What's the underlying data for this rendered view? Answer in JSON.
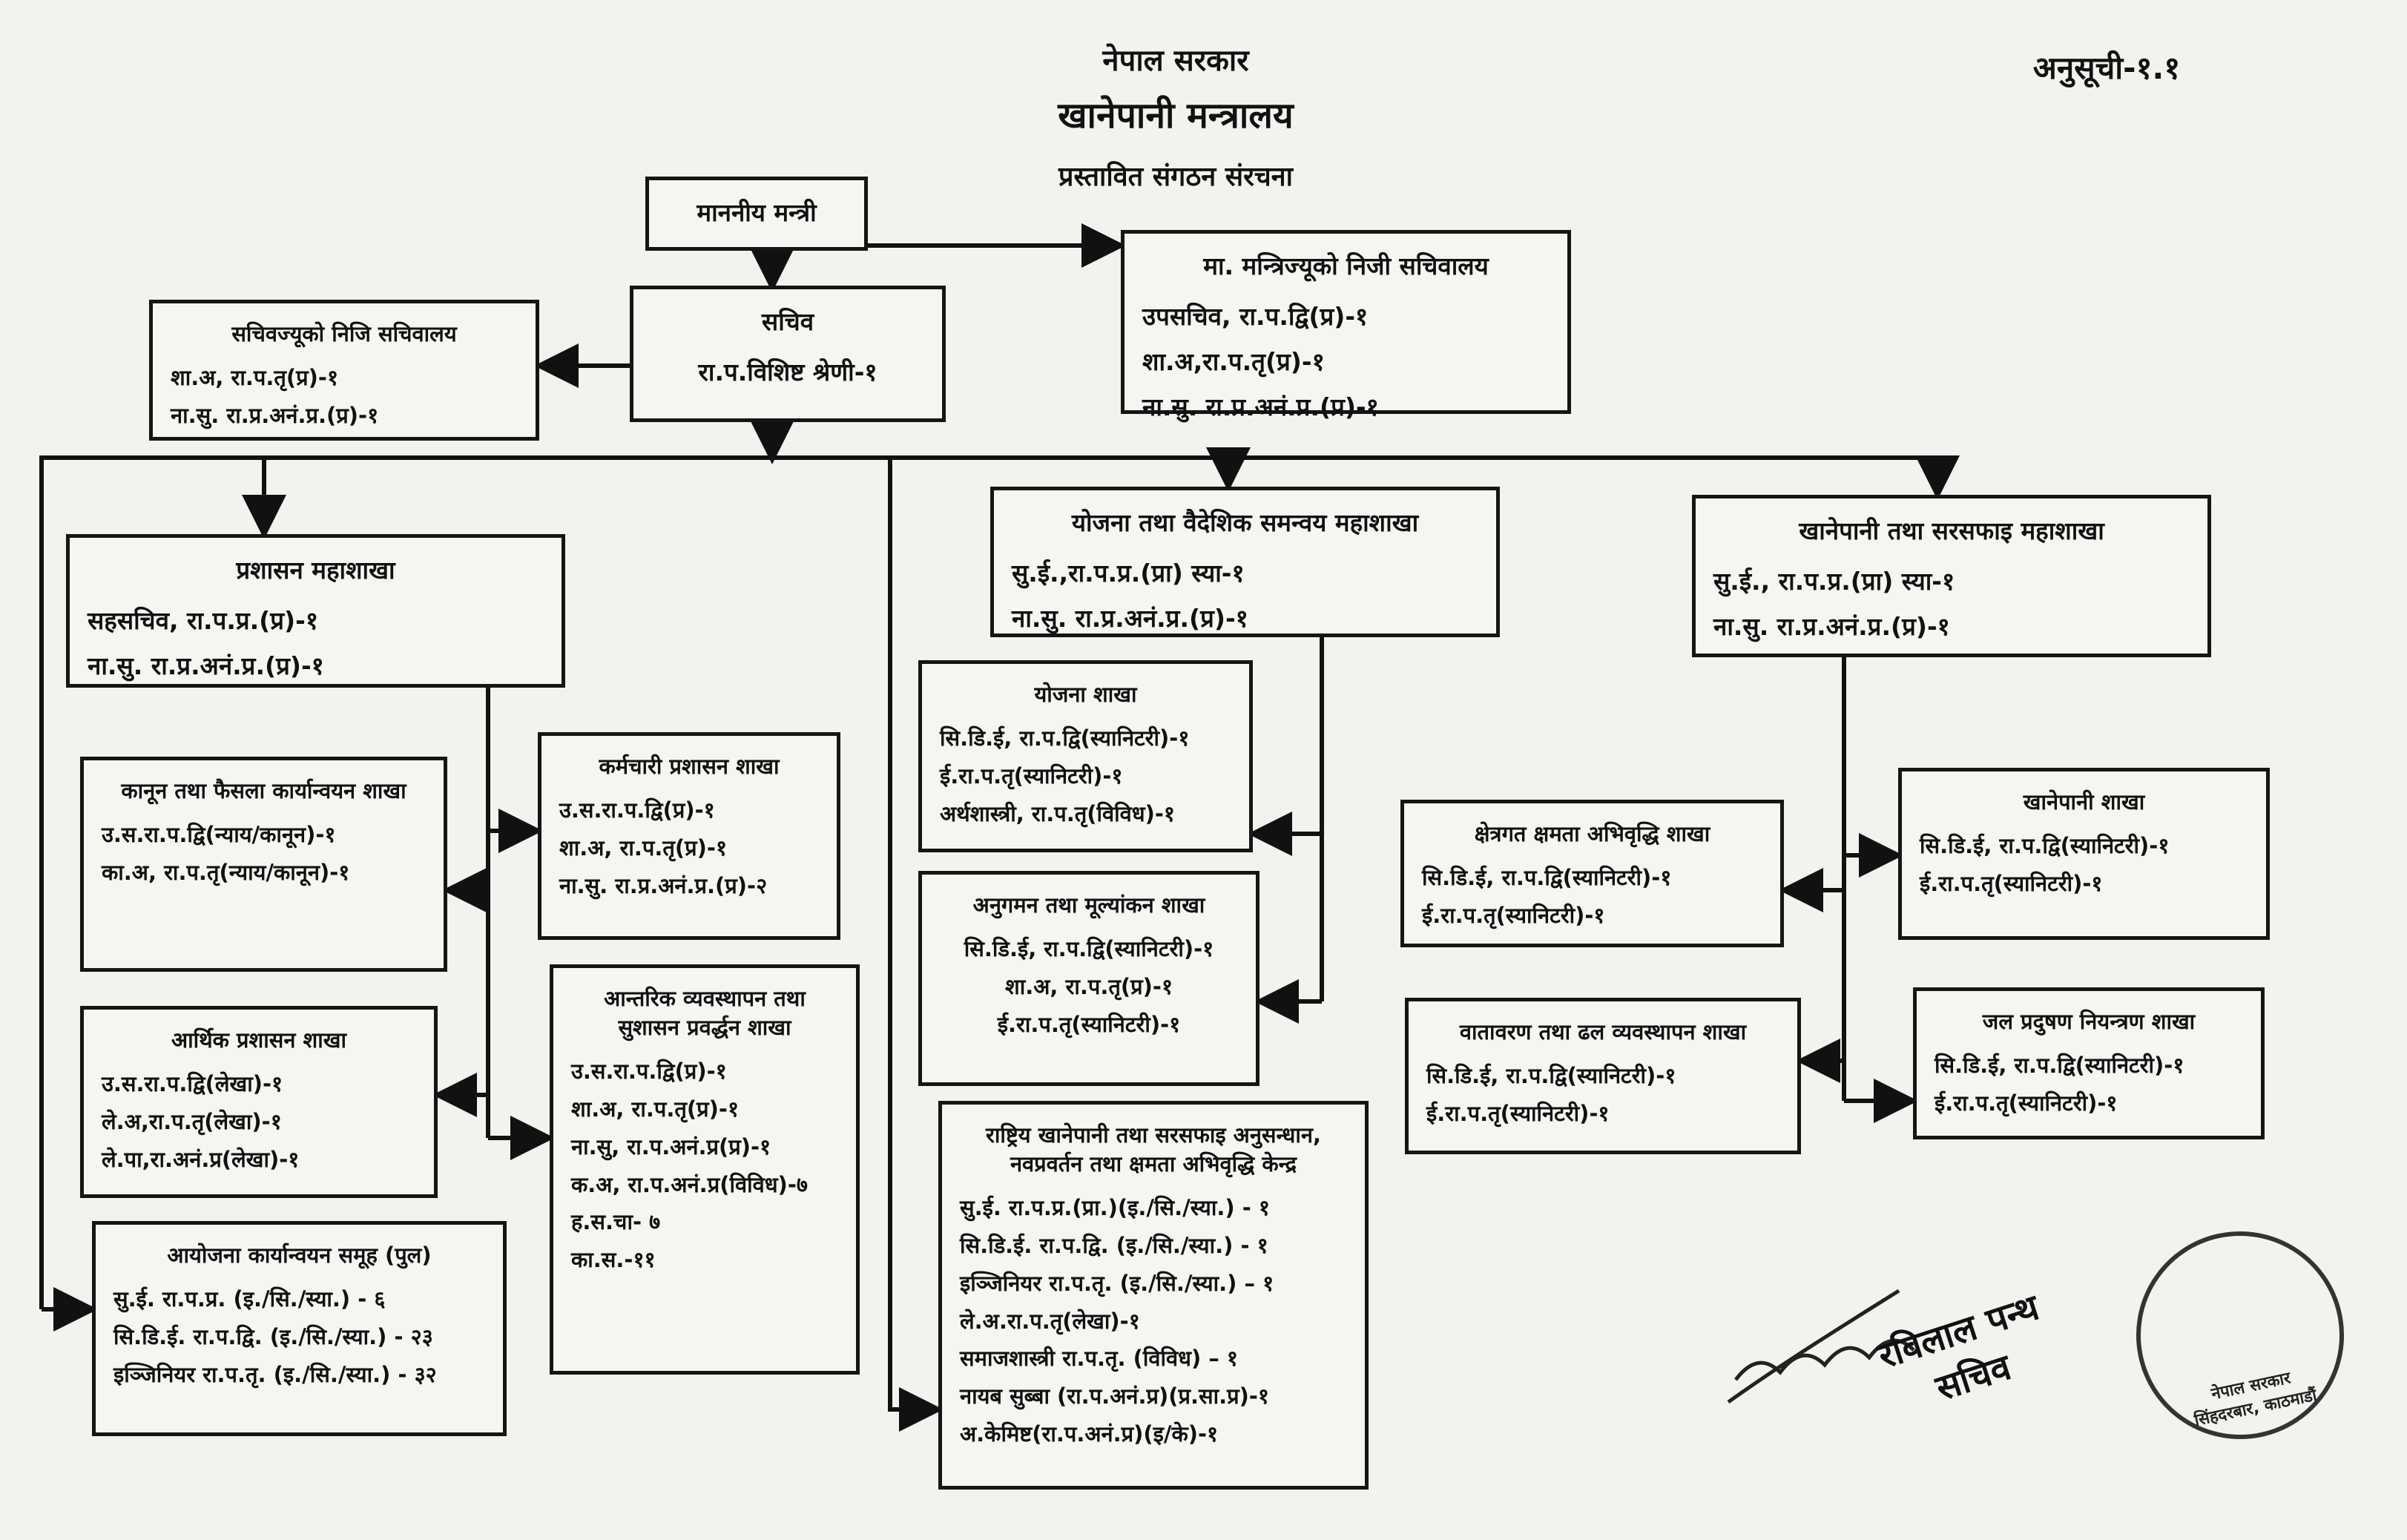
{
  "header": {
    "government": "नेपाल सरकार",
    "ministry": "खानेपानी मन्त्रालय",
    "subtitle": "प्रस्तावित संगठन संरचना",
    "annex": "अनुसूची-१.१"
  },
  "boxes": {
    "minister": {
      "title": "माननीय मन्त्री",
      "lines": []
    },
    "minister_secretariat": {
      "title": "मा. मन्त्रिज्यूको निजी सचिवालय",
      "lines": [
        "उपसचिव, रा.प.द्वि(प्र)-१",
        "शा.अ,रा.प.तृ(प्र)-१",
        "ना.सु. रा.प्र.अनं.प्र.(प्र)-१"
      ]
    },
    "secretary": {
      "title": "सचिव",
      "lines": [
        "रा.प.विशिष्ट श्रेणी-१"
      ]
    },
    "secretary_secretariat": {
      "title": "सचिवज्यूको निजि सचिवालय",
      "lines": [
        "शा.अ, रा.प.तृ(प्र)-१",
        "ना.सु. रा.प्र.अनं.प्र.(प्र)-१"
      ]
    },
    "admin_division": {
      "title": "प्रशासन महाशाखा",
      "lines": [
        "सहसचिव, रा.प.प्र.(प्र)-१",
        "ना.सु. रा.प्र.अनं.प्र.(प्र)-१"
      ]
    },
    "planning_division": {
      "title": "योजना तथा वैदेशिक समन्वय महाशाखा",
      "lines": [
        "सु.ई.,रा.प.प्र.(प्रा) स्या-१",
        "ना.सु. रा.प्र.अनं.प्र.(प्र)-१"
      ]
    },
    "water_sanitation_division": {
      "title": "खानेपानी तथा सरसफाइ महाशाखा",
      "lines": [
        "सु.ई., रा.प.प्र.(प्रा) स्या-१",
        "ना.सु. रा.प्र.अनं.प्र.(प्र)-१"
      ]
    },
    "law_section": {
      "title": "कानून तथा फैसला कार्यान्वयन शाखा",
      "lines": [
        "उ.स.रा.प.द्वि(न्याय/कानून)-१",
        "का.अ, रा.प.तृ(न्याय/कानून)-१"
      ]
    },
    "personnel_section": {
      "title": "कर्मचारी प्रशासन शाखा",
      "lines": [
        "उ.स.रा.प.द्वि(प्र)-१",
        "शा.अ, रा.प.तृ(प्र)-१",
        "ना.सु. रा.प्र.अनं.प्र.(प्र)-२"
      ]
    },
    "finance_section": {
      "title": "आर्थिक प्रशासन शाखा",
      "lines": [
        "उ.स.रा.प.द्वि(लेखा)-१",
        "ले.अ,रा.प.तृ(लेखा)-१",
        "ले.पा,रा.अनं.प्र(लेखा)-१"
      ]
    },
    "internal_mgmt_section": {
      "title": "आन्तरिक व्यवस्थापन तथा सुशासन प्रवर्द्धन शाखा",
      "lines": [
        "उ.स.रा.प.द्वि(प्र)-१",
        "शा.अ, रा.प.तृ(प्र)-१",
        "ना.सु, रा.प.अनं.प्र(प्र)-१",
        "क.अ, रा.प.अनं.प्र(विविध)-७",
        "ह.स.चा- ७",
        "का.स.-११"
      ]
    },
    "project_group": {
      "title": "आयोजना कार्यान्वयन समूह (पुल)",
      "lines": [
        "सु.ई. रा.प.प्र. (इ./सि./स्या.) - ६",
        "सि.डि.ई. रा.प.द्वि. (इ./सि./स्या.) - २३",
        "इञ्जिनियर रा.प.तृ. (इ./सि./स्या.) - ३२"
      ]
    },
    "planning_section": {
      "title": "योजना शाखा",
      "lines": [
        "सि.डि.ई, रा.प.द्वि(स्यानिटरी)-१",
        "ई.रा.प.तृ(स्यानिटरी)-१",
        "अर्थशास्त्री, रा.प.तृ(विविध)-१"
      ]
    },
    "monitoring_section": {
      "title": "अनुगमन तथा मूल्यांकन शाखा",
      "lines": [
        "सि.डि.ई, रा.प.द्वि(स्यानिटरी)-१",
        "शा.अ, रा.प.तृ(प्र)-१",
        "ई.रा.प.तृ(स्यानिटरी)-१"
      ]
    },
    "research_centre": {
      "title": "राष्ट्रिय खानेपानी तथा सरसफाइ अनुसन्धान, नवप्रवर्तन तथा क्षमता अभिवृद्धि केन्द्र",
      "lines": [
        "सु.ई. रा.प.प्र.(प्रा.)(इ./सि./स्या.) - १",
        "सि.डि.ई. रा.प.द्वि. (इ./सि./स्या.) - १",
        "इञ्जिनियर रा.प.तृ. (इ./सि./स्या.) – १",
        "ले.अ.रा.प.तृ(लेखा)-१",
        "समाजशास्त्री रा.प.तृ. (विविध) – १",
        "नायब सुब्बा (रा.प.अनं.प्र)(प्र.सा.प्र)-१",
        "अ.केमिष्ट(रा.प.अनं.प्र)(इ/के)-१"
      ]
    },
    "capacity_section": {
      "title": "क्षेत्रगत क्षमता अभिवृद्धि शाखा",
      "lines": [
        "सि.डि.ई, रा.प.द्वि(स्यानिटरी)-१",
        "ई.रा.प.तृ(स्यानिटरी)-१"
      ]
    },
    "water_section": {
      "title": "खानेपानी शाखा",
      "lines": [
        "सि.डि.ई, रा.प.द्वि(स्यानिटरी)-१",
        "ई.रा.प.तृ(स्यानिटरी)-१"
      ]
    },
    "environment_section": {
      "title": "वातावरण तथा ढल व्यवस्थापन शाखा",
      "lines": [
        "सि.डि.ई, रा.प.द्वि(स्यानिटरी)-१",
        "ई.रा.प.तृ(स्यानिटरी)-१"
      ]
    },
    "pollution_section": {
      "title": "जल प्रदुषण नियन्त्रण शाखा",
      "lines": [
        "सि.डि.ई, रा.प.द्वि(स्यानिटरी)-१",
        "ई.रा.प.तृ(स्यानिटरी)-१"
      ]
    }
  },
  "signature": {
    "name": "रविलाल पन्थ",
    "designation": "सचिव"
  },
  "seal": {
    "line1": "नेपाल सरकार",
    "line2": "सिंहदरबार, काठमाडौं"
  }
}
